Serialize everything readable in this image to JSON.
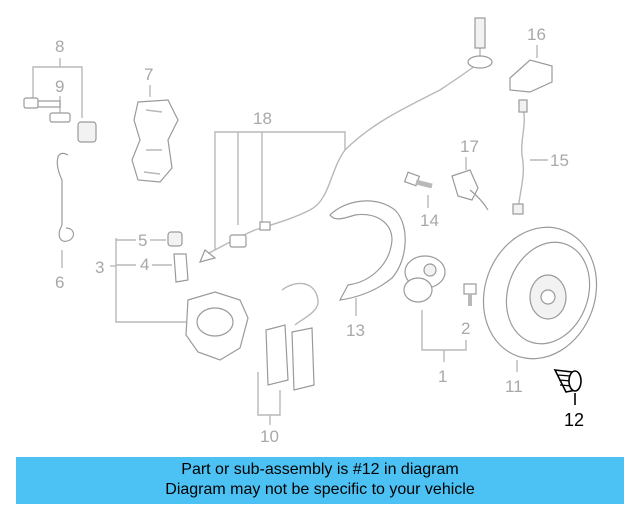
{
  "diagram": {
    "labels": {
      "l1": "1",
      "l2": "2",
      "l3": "3",
      "l4": "4",
      "l5": "5",
      "l6": "6",
      "l7": "7",
      "l8": "8",
      "l9": "9",
      "l10": "10",
      "l11": "11",
      "l12": "12",
      "l13": "13",
      "l14": "14",
      "l15": "15",
      "l16": "16",
      "l17": "17",
      "l18": "18"
    },
    "highlighted_part": "12"
  },
  "banner": {
    "line1": "Part or sub-assembly is #12 in diagram",
    "line2": "Diagram may not be specific to your vehicle"
  },
  "colors": {
    "banner_bg": "#4cc2f4",
    "diagram_gray": "#b8b8b8",
    "highlight": "#000000"
  }
}
